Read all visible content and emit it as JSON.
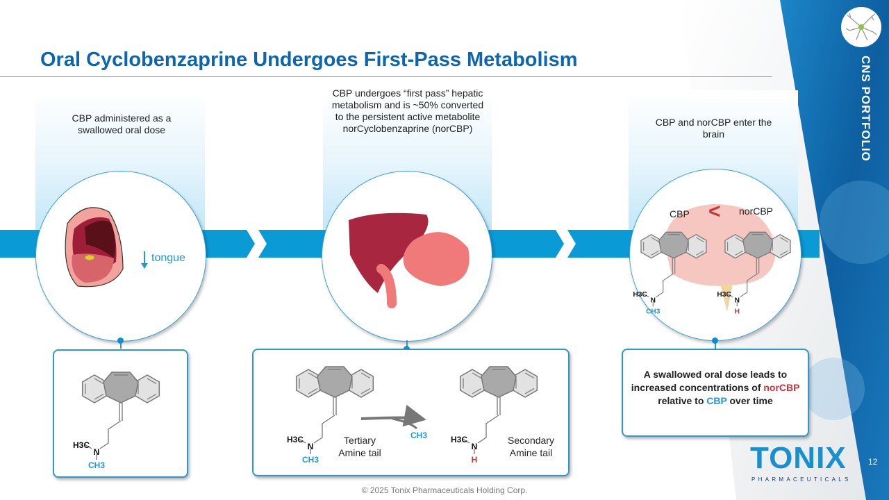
{
  "title": "Oral Cyclobenzaprine Undergoes First-Pass Metabolism",
  "sidebar": {
    "label": "CNS PORTFOLIO",
    "page_number": "12"
  },
  "steps": [
    {
      "caption": "CBP administered as a swallowed oral dose",
      "tongue_label": "tongue"
    },
    {
      "caption": "CBP undergoes “first pass” hepatic metabolism and is ~50% converted to the persistent active metabolite norCyclobenzaprine (norCBP)"
    },
    {
      "caption": "CBP and norCBP enter the brain",
      "cbp_label": "CBP",
      "less_than": "<",
      "norcbp_label": "norCBP"
    }
  ],
  "chem": {
    "h3c": "H3C",
    "ch3": "CH3",
    "n": "N",
    "h": "H",
    "tertiary": "Tertiary Amine tail",
    "secondary": "Secondary Amine tail"
  },
  "summary": {
    "part1": "A swallowed oral dose leads to increased concentrations of ",
    "norcbp": "norCBP",
    "part2": " relative to ",
    "cbp": "CBP",
    "part3": " over time"
  },
  "logo": {
    "name": "TONIX",
    "sub": "PHARMACEUTICALS"
  },
  "footer": "© 2025 Tonix Pharmaceuticals Holding Corp.",
  "colors": {
    "brand": "#0d66ad",
    "accent": "#0a9ad6",
    "red": "#c8363b"
  }
}
